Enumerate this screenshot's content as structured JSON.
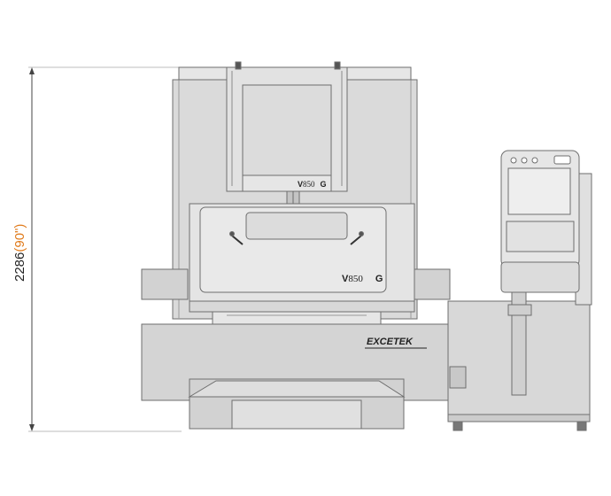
{
  "dimension": {
    "value": "2286",
    "imperial": "(90\")",
    "value_color": "#222222",
    "imperial_color": "#e07a1a"
  },
  "brand": {
    "logo_text": "EXCETEK",
    "model_upper": "850",
    "model_upper_prefix": "V",
    "model_upper_suffix": "G",
    "model_lower": "850",
    "model_lower_prefix": "V",
    "model_lower_suffix": "G"
  },
  "colors": {
    "body": "#d6d6d6",
    "panel": "#e9e9e9",
    "line": "#6e6e6e",
    "dark": "#3a3a3a",
    "screen": "#eeeeee"
  }
}
